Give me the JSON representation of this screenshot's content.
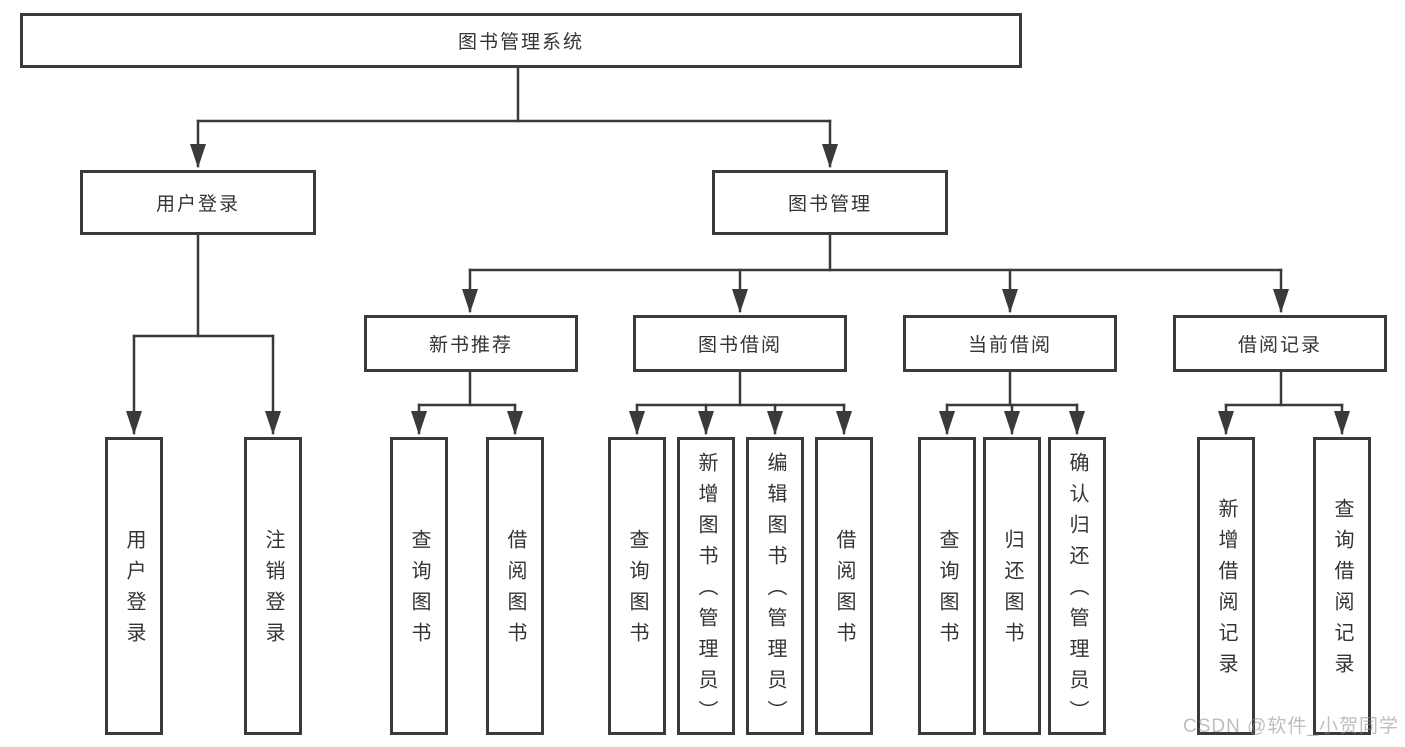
{
  "colors": {
    "line": "#3a3a3a",
    "box_border": "#3a3a3a",
    "box_background": "#ffffff",
    "text": "#343434",
    "watermark": "#b5b5b5"
  },
  "tree": {
    "root": {
      "label": "图书管理系统"
    },
    "branches": [
      {
        "label": "用户登录",
        "children": [
          {
            "label": "用户登录"
          },
          {
            "label": "注销登录"
          }
        ]
      },
      {
        "label": "图书管理",
        "children": [
          {
            "label": "新书推荐",
            "children": [
              {
                "label": "查询图书"
              },
              {
                "label": "借阅图书"
              }
            ]
          },
          {
            "label": "图书借阅",
            "children": [
              {
                "label": "查询图书"
              },
              {
                "label": "新增图书（管理员）"
              },
              {
                "label": "编辑图书（管理员）"
              },
              {
                "label": "借阅图书"
              }
            ]
          },
          {
            "label": "当前借阅",
            "children": [
              {
                "label": "查询图书"
              },
              {
                "label": "归还图书"
              },
              {
                "label": "确认归还（管理员）"
              }
            ]
          },
          {
            "label": "借阅记录",
            "children": [
              {
                "label": "新增借阅记录"
              },
              {
                "label": "查询借阅记录"
              }
            ]
          }
        ]
      }
    ]
  },
  "watermark": {
    "text": "CSDN @软件_小贺同学"
  }
}
